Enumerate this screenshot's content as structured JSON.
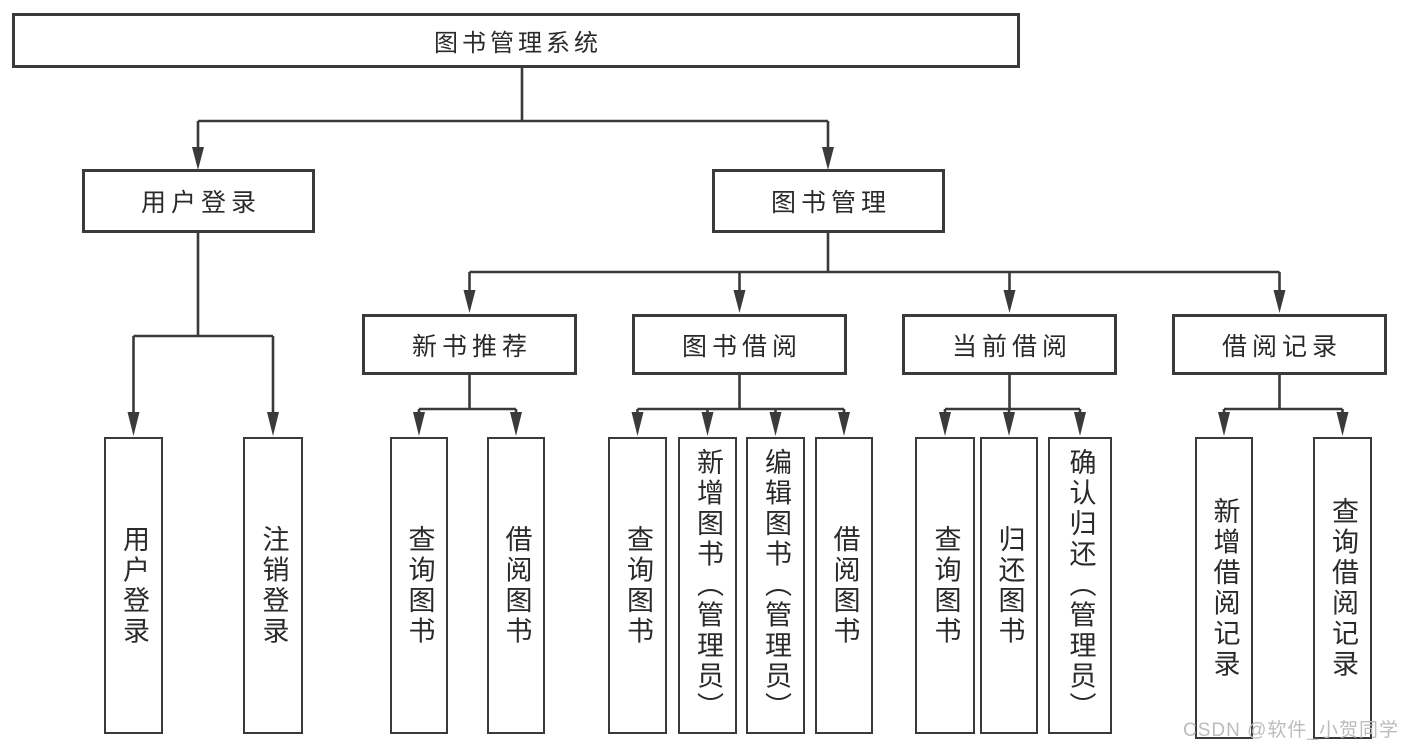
{
  "tree": {
    "label": "图书管理系统",
    "children": [
      {
        "label": "用户登录",
        "children": [
          {
            "label": "用户登录"
          },
          {
            "label": "注销登录"
          }
        ]
      },
      {
        "label": "图书管理",
        "children": [
          {
            "label": "新书推荐",
            "children": [
              {
                "label": "查询图书"
              },
              {
                "label": "借阅图书"
              }
            ]
          },
          {
            "label": "图书借阅",
            "children": [
              {
                "label": "查询图书"
              },
              {
                "label": "新增图书（管理员）"
              },
              {
                "label": "编辑图书（管理员）"
              },
              {
                "label": "借阅图书"
              }
            ]
          },
          {
            "label": "当前借阅",
            "children": [
              {
                "label": "查询图书"
              },
              {
                "label": "归还图书"
              },
              {
                "label": "确认归还（管理员）"
              }
            ]
          },
          {
            "label": "借阅记录",
            "children": [
              {
                "label": "新增借阅记录"
              },
              {
                "label": "查询借阅记录"
              }
            ]
          }
        ]
      }
    ]
  },
  "watermark": "CSDN @软件_小贺同学",
  "colors": {
    "line": "#3a3a3a",
    "text": "#2a2a2a",
    "watermark": "#bcbcbc",
    "bg": "#ffffff"
  }
}
